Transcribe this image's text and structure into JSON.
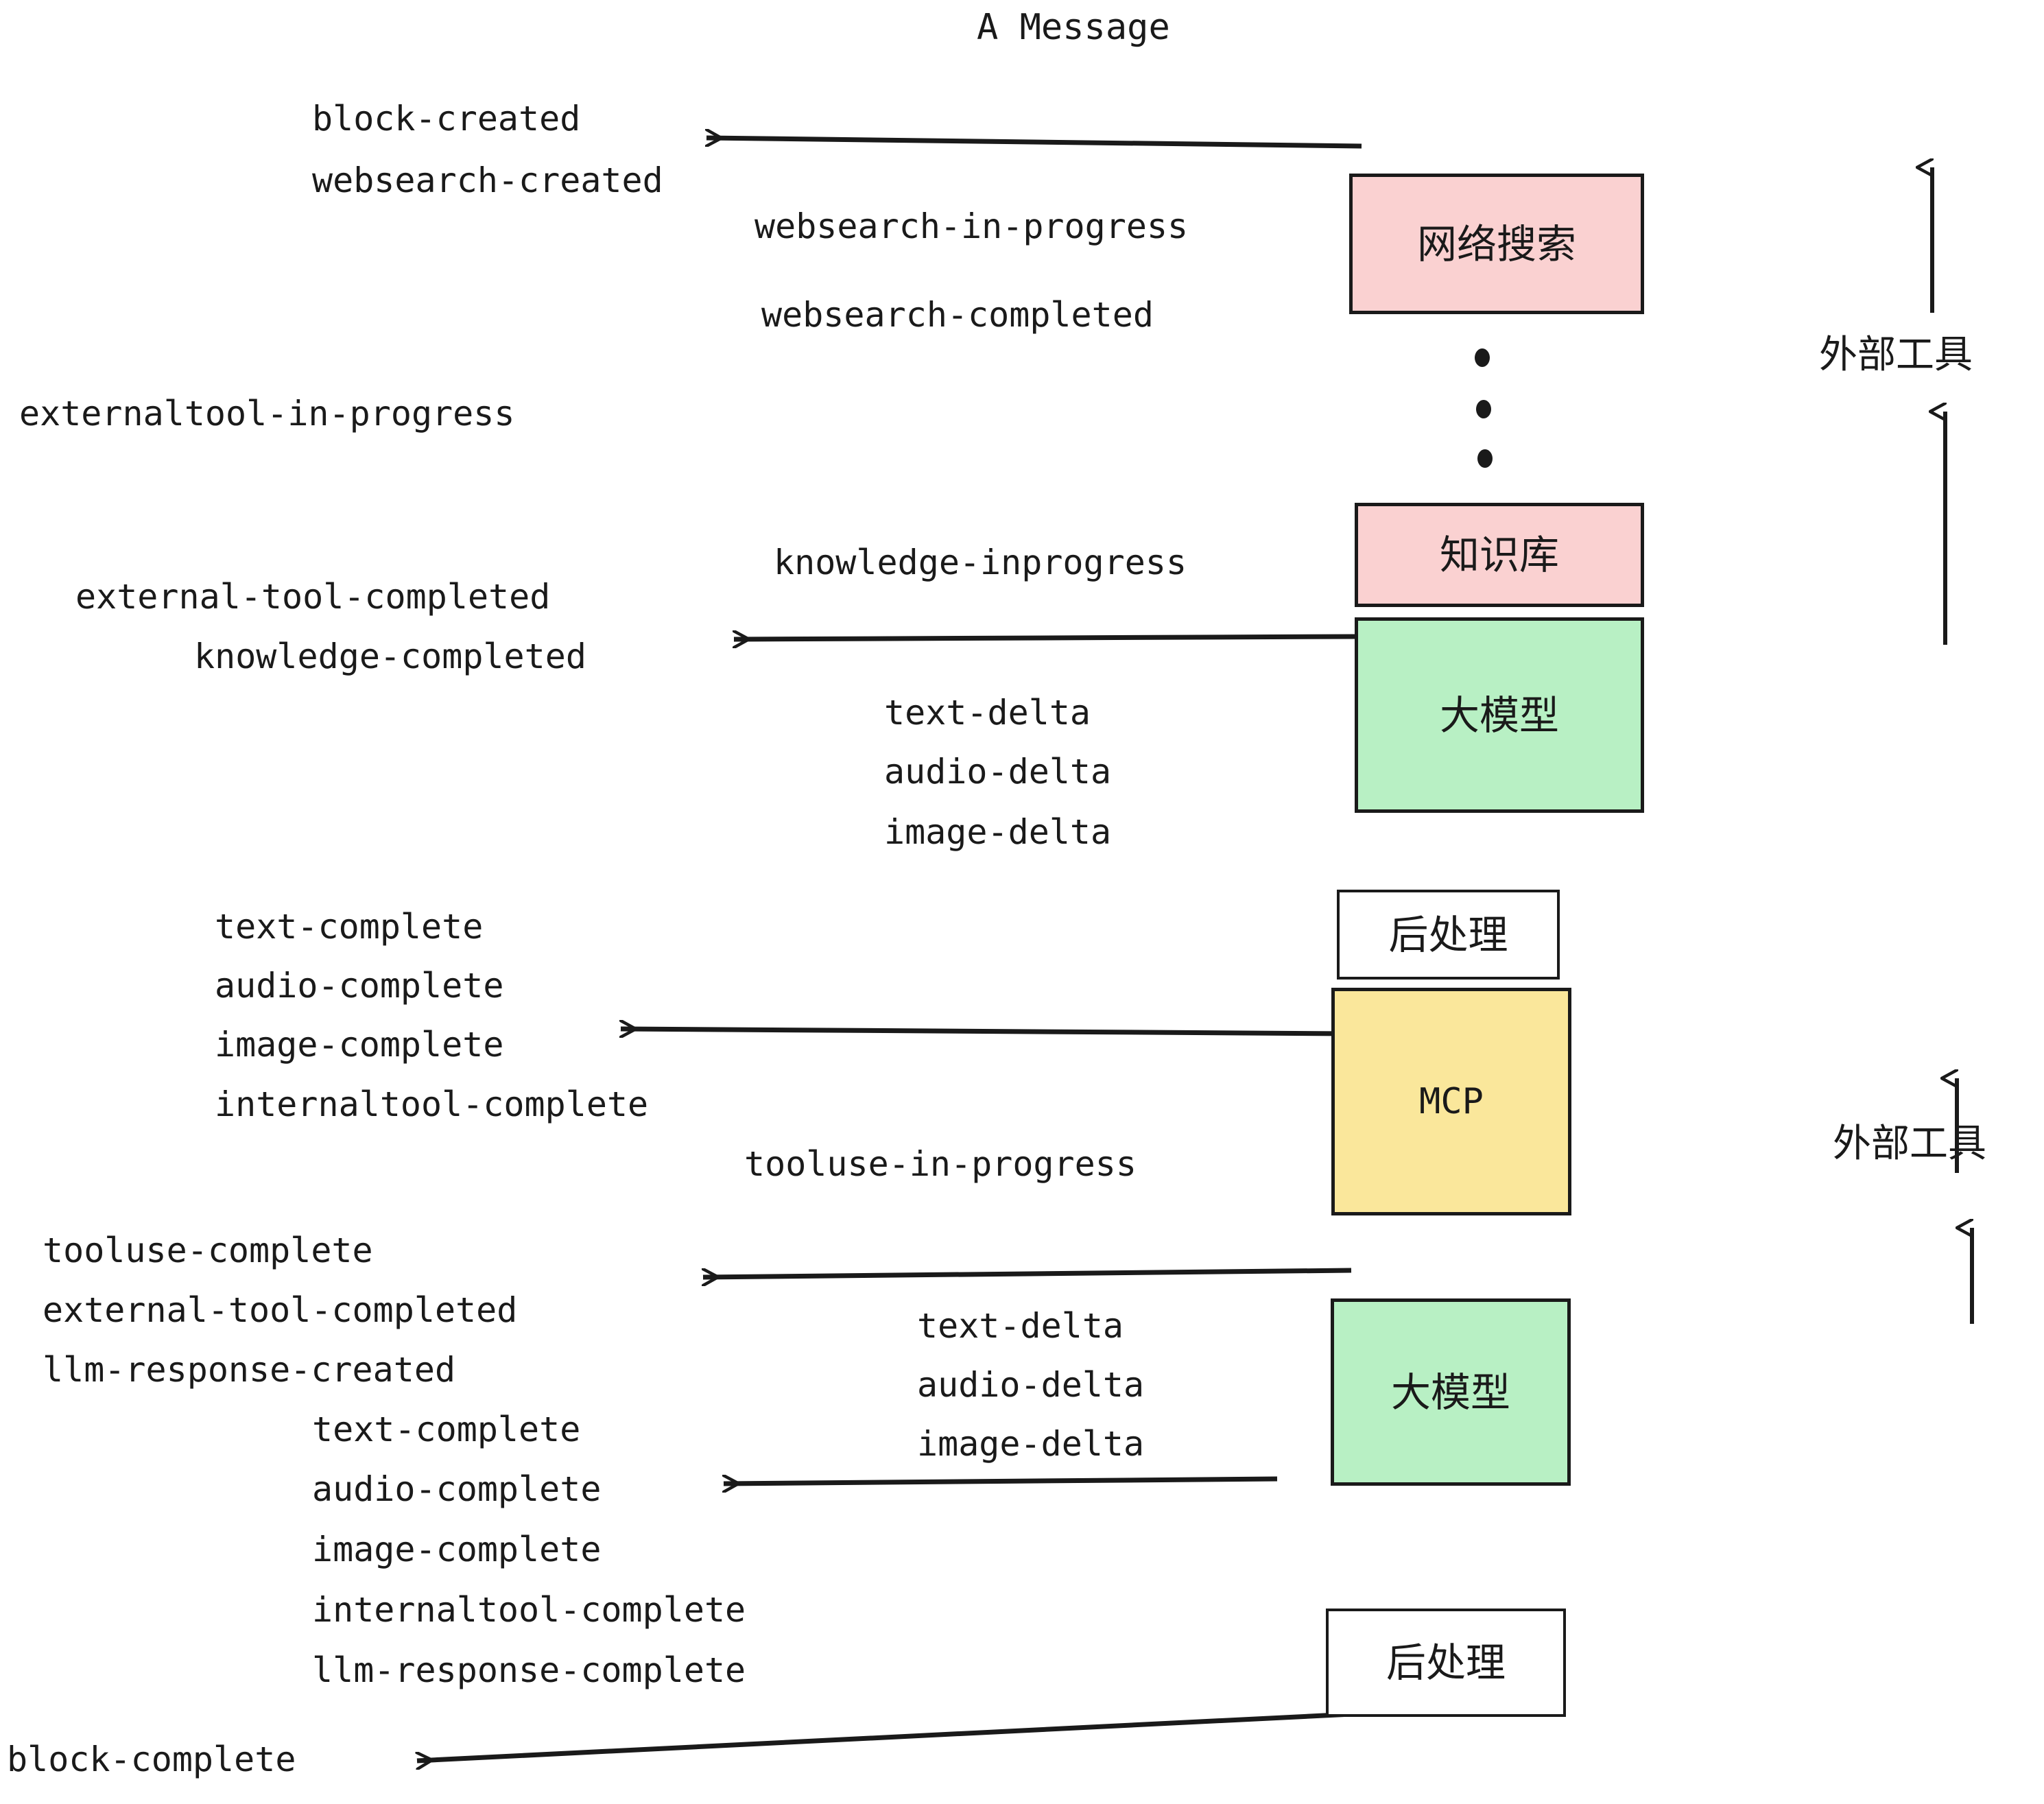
{
  "title": "A Message",
  "colors": {
    "ink": "#1a1a1a",
    "pink": "#fad1d1",
    "green": "#b8f0c4",
    "yellow": "#fae79b",
    "white": "#ffffff",
    "background": "#ffffff"
  },
  "boxes": [
    {
      "id": "websearch",
      "label": "网络搜索",
      "fill": "#fad1d1"
    },
    {
      "id": "knowledge",
      "label": "知识库",
      "fill": "#fad1d1"
    },
    {
      "id": "llm-1",
      "label": "大模型",
      "fill": "#b8f0c4"
    },
    {
      "id": "postproc-1",
      "label": "后处理",
      "fill": "#ffffff"
    },
    {
      "id": "mcp",
      "label": "MCP",
      "fill": "#fae79b"
    },
    {
      "id": "llm-2",
      "label": "大模型",
      "fill": "#b8f0c4"
    },
    {
      "id": "postproc-2",
      "label": "后处理",
      "fill": "#ffffff"
    }
  ],
  "side_labels": [
    {
      "id": "external-tool-top",
      "text": "外部工具"
    },
    {
      "id": "external-tool-bottom",
      "text": "外部工具"
    }
  ],
  "events": {
    "block_created": "block-created",
    "websearch_created": "websearch-created",
    "websearch_in_progress": "websearch-in-progress",
    "websearch_completed": "websearch-completed",
    "externaltool_in_progress": "externaltool-in-progress",
    "knowledge_inprogress": "knowledge-inprogress",
    "external_tool_completed_1": "external-tool-completed",
    "knowledge_completed": "knowledge-completed",
    "text_delta_1": "text-delta",
    "audio_delta_1": "audio-delta",
    "image_delta_1": "image-delta",
    "text_complete_1": "text-complete",
    "audio_complete_1": "audio-complete",
    "image_complete_1": "image-complete",
    "internaltool_complete_1": "internaltool-complete",
    "tooluse_in_progress": "tooluse-in-progress",
    "tooluse_complete": "tooluse-complete",
    "external_tool_completed_2": "external-tool-completed",
    "llm_response_created": "llm-response-created",
    "text_delta_2": "text-delta",
    "audio_delta_2": "audio-delta",
    "image_delta_2": "image-delta",
    "text_complete_2": "text-complete",
    "audio_complete_2": "audio-complete",
    "image_complete_2": "image-complete",
    "internaltool_complete_2": "internaltool-complete",
    "llm_response_complete": "llm-response-complete",
    "block_complete": "block-complete"
  }
}
